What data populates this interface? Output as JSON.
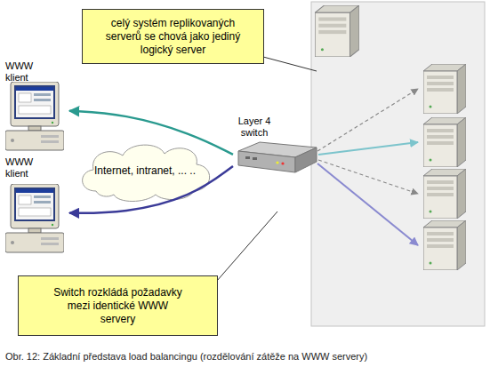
{
  "diagram": {
    "caption": "Obr. 12: Základní představa load balancingu (rozdělování zátěže na WWW servery)",
    "nodes": [
      {
        "text": [
          "celý systém replikovaných serverů se chová jako jediný logický server"
        ]
      },
      {
        "text": [
          "WWW klient"
        ]
      },
      {
        "text": [
          "Layer 4 switch"
        ]
      },
      {
        "text": [
          "Internet, intranet, ... .."
        ]
      },
      {
        "text": [
          "WWW klient"
        ]
      },
      {
        "text": [
          "Switch rozkládá požadavky mezi identické WWW servery"
        ]
      }
    ],
    "edges": [
      {
        "from": 2,
        "to": 1,
        "arrow": "to"
      },
      {
        "from": 2,
        "to": 4,
        "arrow": "to"
      }
    ]
  }
}
